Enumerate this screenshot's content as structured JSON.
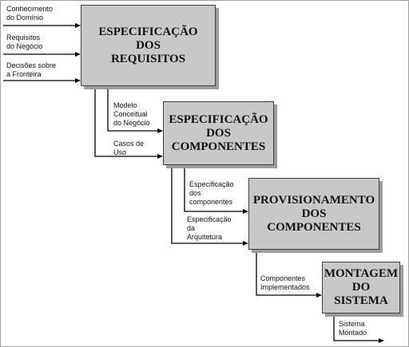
{
  "stages": [
    {
      "id": "especificacao-requisitos",
      "title": "ESPECIFICAÇÃO\nDOS\nREQUISITOS"
    },
    {
      "id": "especificacao-componentes",
      "title": "ESPECIFICAÇÃO\nDOS\nCOMPONENTES"
    },
    {
      "id": "provisionamento-componentes",
      "title": "PROVISIONAMENTO\nDOS\nCOMPONENTES"
    },
    {
      "id": "montagem-sistema",
      "title": "MONTAGEM\nDO\nSISTEMA"
    }
  ],
  "inputs": [
    "Conhecimento\ndo Domínio",
    "Requisitos\ndo Negócio",
    "Decisões sobre\na Fronteira"
  ],
  "flows": {
    "modelo_conceitual": "Modelo\nConceitual\ndo Negócio",
    "casos_de_uso": "Casos de\nUso",
    "especificacao_componentes": "Especificação\ndos\ncomponentes",
    "especificacao_arquitetura": "Especificação\nda\nArquitetura",
    "componentes_implementados": "Componentes\nImplementados",
    "sistema_montado": "Sistema\nMontado"
  }
}
